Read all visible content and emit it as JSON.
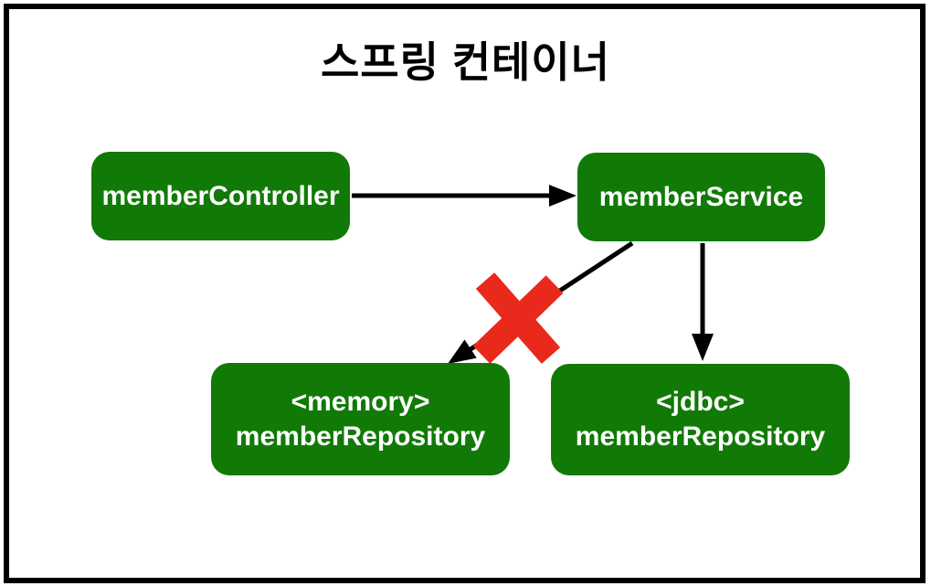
{
  "diagram": {
    "title": "스프링 컨테이너",
    "nodes": [
      {
        "id": "memberController",
        "label": "memberController"
      },
      {
        "id": "memberService",
        "label": "memberService"
      },
      {
        "id": "memoryMemberRepository",
        "line1": "<memory>",
        "line2": "memberRepository"
      },
      {
        "id": "jdbcMemberRepository",
        "line1": "<jdbc>",
        "line2": "memberRepository"
      }
    ],
    "edges": [
      {
        "from": "memberController",
        "to": "memberService",
        "status": "active"
      },
      {
        "from": "memberService",
        "to": "memoryMemberRepository",
        "status": "crossed-out",
        "marker": "red-x"
      },
      {
        "from": "memberService",
        "to": "jdbcMemberRepository",
        "status": "active"
      }
    ],
    "colors": {
      "node_fill": "#117A06",
      "node_text": "#FFFFFF",
      "arrow": "#000000",
      "x_mark": "#E8291C",
      "frame": "#000000",
      "background": "#FFFFFF"
    }
  }
}
